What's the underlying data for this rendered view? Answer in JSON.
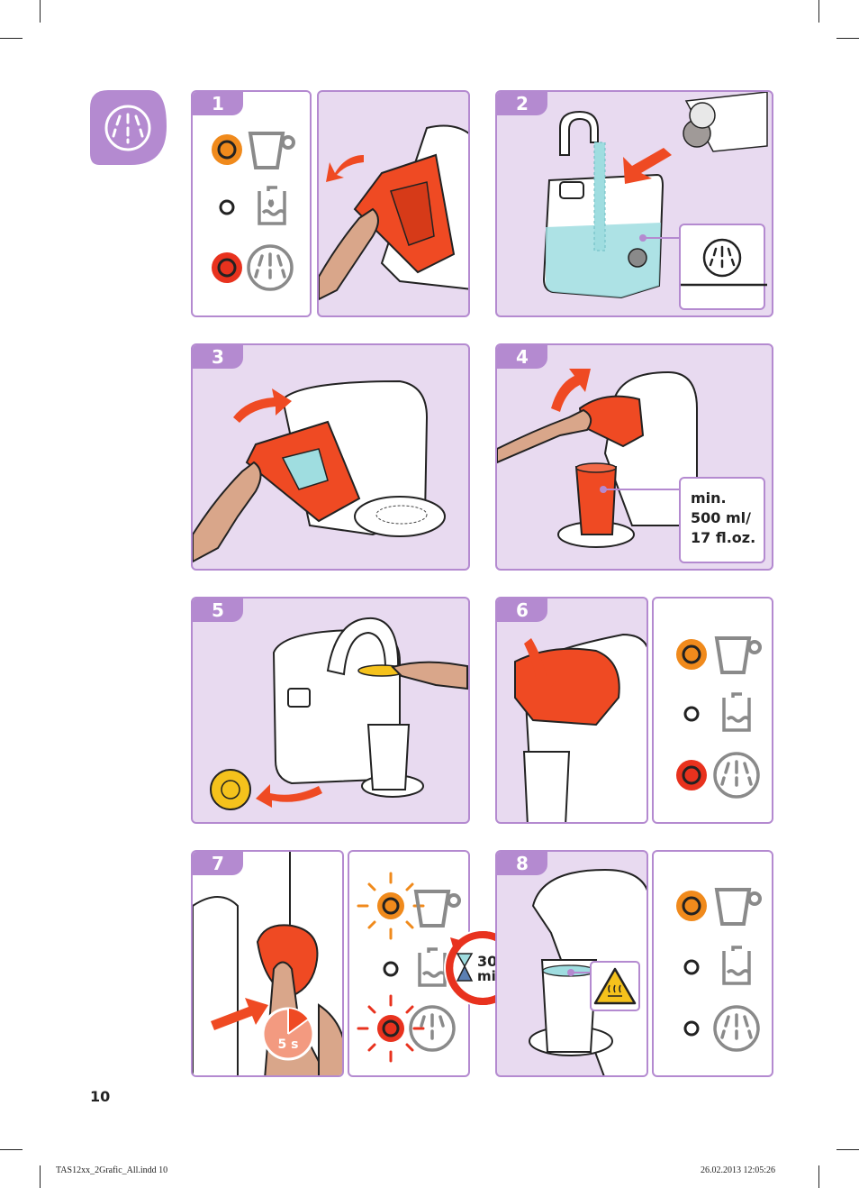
{
  "steps": [
    {
      "number": "1"
    },
    {
      "number": "2"
    },
    {
      "number": "3"
    },
    {
      "number": "4"
    },
    {
      "number": "5"
    },
    {
      "number": "6"
    },
    {
      "number": "7"
    },
    {
      "number": "8"
    }
  ],
  "step4": {
    "min_label": "min.",
    "volume_ml": "500 ml/",
    "volume_oz": "17 fl.oz."
  },
  "step7": {
    "hold_time": "5 s"
  },
  "timer": {
    "value": "30",
    "unit": "min"
  },
  "page_number": "10",
  "footer": {
    "file": "TAS12xx_2Grafic_All.indd   10",
    "date": "26.02.2013   12:05:26"
  },
  "colors": {
    "accent_purple": "#b48ad0",
    "panel_lilac": "#e8daf0",
    "orange_led": "#f08a1c",
    "red_led": "#e8321e",
    "flap_red": "#ef4a23",
    "water_cyan": "#9fdde0",
    "gray_icon": "#8a8a8a"
  },
  "icons": {
    "clean": "steam-clean-icon",
    "cup": "cup-icon",
    "water": "water-tank-icon",
    "warning": "hot-surface-warning-icon",
    "hourglass": "hourglass-icon"
  }
}
